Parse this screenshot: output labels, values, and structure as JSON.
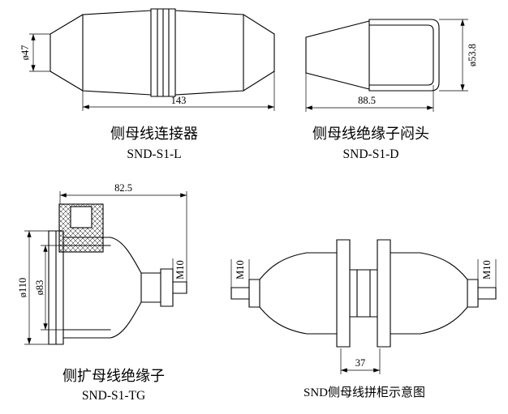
{
  "connector": {
    "title": "侧母线连接器",
    "model": "SND-S1-L",
    "diameter_label": "ø47",
    "length_label": "143"
  },
  "cap": {
    "title": "侧母线绝缘子闷头",
    "model": "SND-S1-D",
    "diameter_label": "ø53.8",
    "length_label": "88.5"
  },
  "insulator": {
    "title": "侧扩母线绝缘子",
    "model": "SND-S1-TG",
    "length_label": "82.5",
    "outer_diameter_label": "ø110",
    "inner_diameter_label": "ø83",
    "thread_label": "M10"
  },
  "assembly": {
    "title": "SND侧母线拼柜示意图",
    "left_thread_label": "M10",
    "right_thread_label": "M10",
    "spacing_label": "37"
  },
  "colors": {
    "line": "#000000",
    "background": "#ffffff"
  }
}
